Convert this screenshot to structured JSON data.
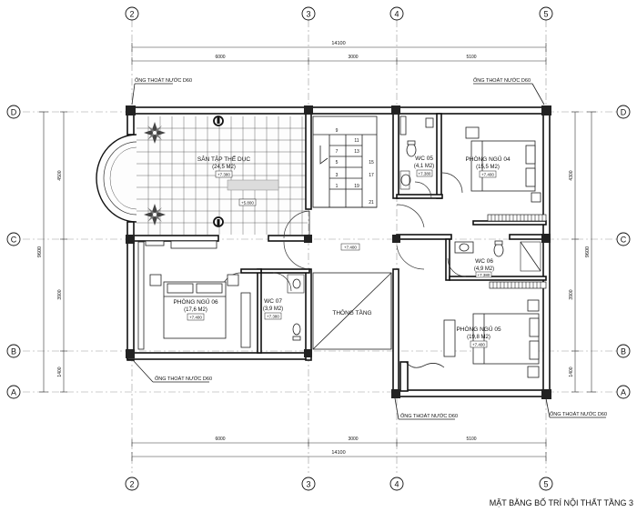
{
  "grid": {
    "columns": [
      "2",
      "3",
      "4",
      "5"
    ],
    "rows": [
      "D",
      "C",
      "B",
      "A"
    ]
  },
  "dimensions": {
    "top_overall": "14100",
    "top_segments": [
      "6000",
      "3000",
      "5100"
    ],
    "bottom_overall": "14100",
    "bottom_segments": [
      "6000",
      "3000",
      "5100"
    ],
    "left_overall": "9600",
    "left_segments": [
      "4500",
      "3900",
      "1400"
    ],
    "right_overall": "9600",
    "right_segments": [
      "4300",
      "3900",
      "1400"
    ]
  },
  "rooms": {
    "gym": {
      "name": "SÂN TẬP THỂ DỤC",
      "area": "(24,5 M2)",
      "level": "+7.380",
      "level2": "+5.800"
    },
    "bedroom_04": {
      "name": "PHÒNG NGỦ 04",
      "area": "(15,5 M2)",
      "level": "+7.400"
    },
    "wc_05": {
      "name": "WC 05",
      "area": "(4,1 M2)",
      "level": "+7.380"
    },
    "wc_06": {
      "name": "WC 06",
      "area": "(4,9 M2)",
      "level": "+7.380"
    },
    "bedroom_06": {
      "name": "PHÒNG NGỦ 06",
      "area": "(17,6 M2)",
      "level": "+7.400"
    },
    "wc_07": {
      "name": "WC 07",
      "area": "(3,9 M2)",
      "level": "+7.380"
    },
    "void": {
      "name": "THÔNG TẦNG"
    },
    "bedroom_05": {
      "name": "PHÒNG NGỦ 05",
      "area": "(19,8 M2)",
      "level": "+7.400"
    },
    "hall": {
      "level": "+7.400"
    }
  },
  "stairs": {
    "steps": [
      "9",
      "11",
      "13",
      "15",
      "17",
      "7",
      "5",
      "3",
      "1",
      "19",
      "21"
    ]
  },
  "drains": [
    "ỐNG THOÁT NƯỚC D60",
    "ỐNG THOÁT NƯỚC D60",
    "ỐNG THOÁT NƯỚC D60",
    "ỐNG THOÁT NƯỚC D60",
    "ỐNG THOÁT NƯỚC D60"
  ],
  "title": "MẶT BẰNG BỐ TRÍ NỘI THẤT TẦNG 3"
}
